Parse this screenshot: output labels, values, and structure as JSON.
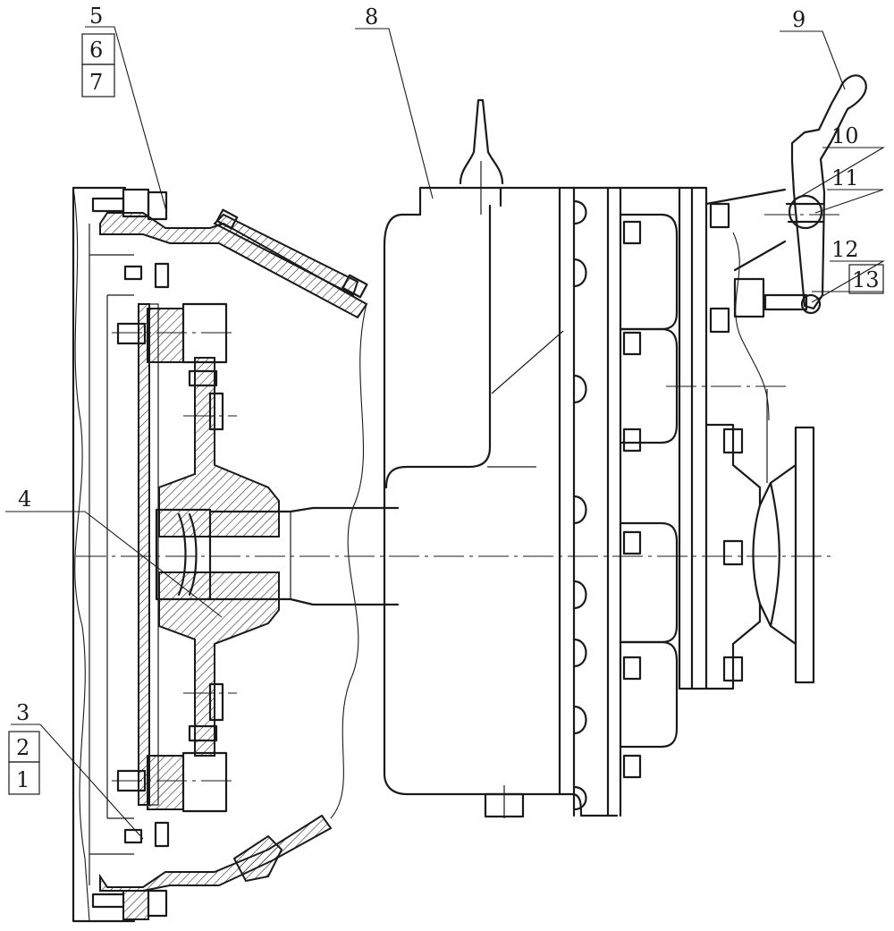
{
  "callouts": [
    {
      "id": "c5",
      "number": "5"
    },
    {
      "id": "c6",
      "number": "6"
    },
    {
      "id": "c7",
      "number": "7"
    },
    {
      "id": "c8",
      "number": "8"
    },
    {
      "id": "c9",
      "number": "9"
    },
    {
      "id": "c10",
      "number": "10"
    },
    {
      "id": "c11",
      "number": "11"
    },
    {
      "id": "c12",
      "number": "12"
    },
    {
      "id": "c13",
      "number": "13"
    },
    {
      "id": "c4",
      "number": "4"
    },
    {
      "id": "c3",
      "number": "3"
    },
    {
      "id": "c2",
      "number": "2"
    },
    {
      "id": "c1",
      "number": "1"
    }
  ]
}
